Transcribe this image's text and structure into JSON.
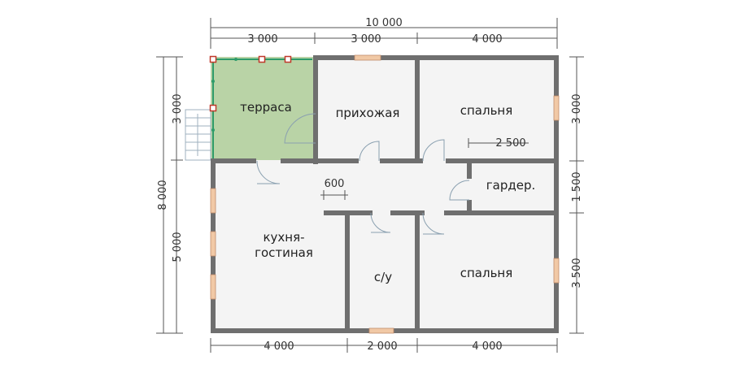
{
  "dimensions": {
    "total_width": "10 000",
    "top_segments": [
      "3 000",
      "3 000",
      "4 000"
    ],
    "bottom_segments": [
      "4 000",
      "2 000",
      "4 000"
    ],
    "total_height": "8 000",
    "left_segments": [
      "3 000",
      "5 000"
    ],
    "right_segments": [
      "3 000",
      "1 500",
      "3 500"
    ],
    "inner_bedroom": "2 500",
    "inner_corridor": "600"
  },
  "rooms": {
    "terrace": "терраса",
    "hallway": "прихожая",
    "bedroom_top": "спальня",
    "wardrobe": "гардер.",
    "kitchen_line1": "кухня-",
    "kitchen_line2": "гостиная",
    "bathroom": "с/у",
    "bedroom_bottom": "спальня"
  },
  "colors": {
    "wall": "#6f6f6f",
    "terrace_fill": "#b9d3a6",
    "terrace_edge": "#2e9b6a",
    "marker": "#c0392b",
    "window": "#f1c9a6"
  }
}
